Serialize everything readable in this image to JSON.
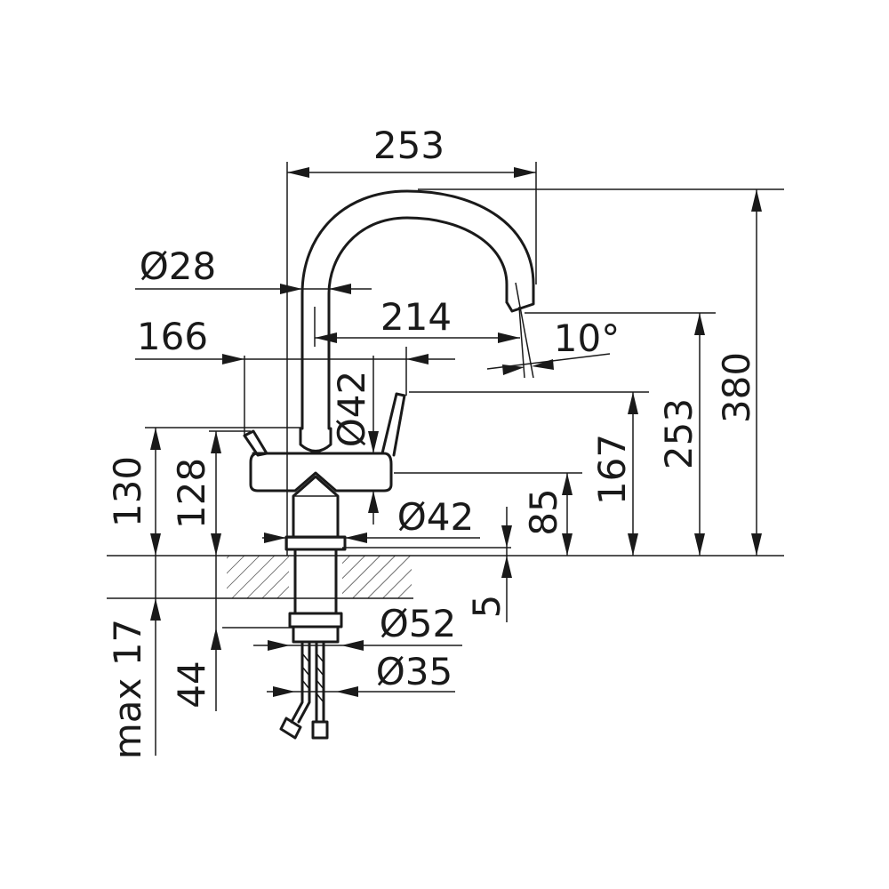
{
  "drawing": {
    "colors": {
      "line": "#1a1a1a",
      "background": "#ffffff"
    },
    "dimensions": {
      "total_reach": "253",
      "spout_diameter": "Ø28",
      "lever_reach": "166",
      "spout_reach": "214",
      "spout_angle": "10°",
      "body_diameter_upper": "Ø42",
      "body_diameter_lower": "Ø42",
      "total_height": "380",
      "outlet_height": "253",
      "lever_height": "167",
      "body_height": "85",
      "height_130": "130",
      "height_128": "128",
      "counter_thickness": "5",
      "thread_diameter": "Ø52",
      "hole_diameter": "Ø35",
      "max_deck": "max 17",
      "shank_length": "44"
    }
  }
}
